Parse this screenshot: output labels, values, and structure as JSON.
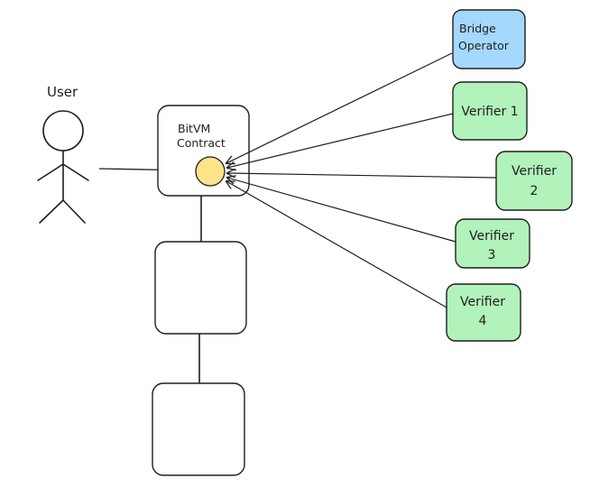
{
  "user": {
    "label": "User"
  },
  "contract": {
    "line1": "BitVM",
    "line2": "Contract",
    "dot_color": "#ffe38a"
  },
  "operator": {
    "line1": "Bridge",
    "line2": "Operator",
    "fill": "#a5d8ff"
  },
  "verifiers": [
    {
      "line1": "Verifier 1",
      "line2": ""
    },
    {
      "line1": "Verifier",
      "line2": "2"
    },
    {
      "line1": "Verifier",
      "line2": "3"
    },
    {
      "line1": "Verifier",
      "line2": "4"
    }
  ],
  "verifier_fill": "#b2f2bb",
  "stroke_color": "#1e1e1e"
}
